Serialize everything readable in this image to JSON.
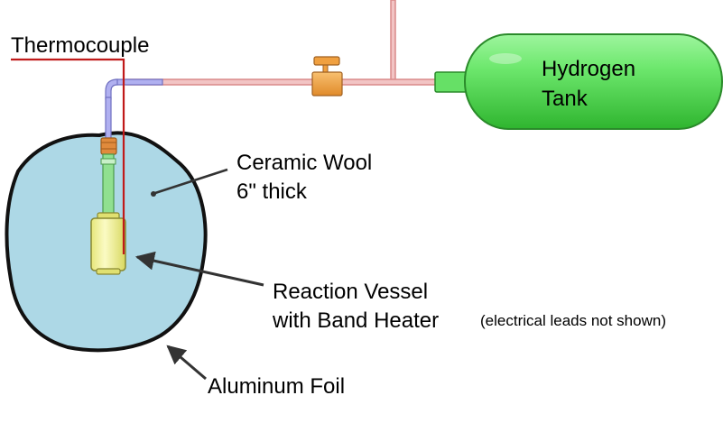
{
  "labels": {
    "thermocouple": "Thermocouple",
    "tank_line1": "Hydrogen",
    "tank_line2": "Tank",
    "wool_line1": "Ceramic Wool",
    "wool_line2": "6\" thick",
    "vessel_line1": "Reaction Vessel",
    "vessel_line2": "with Band Heater",
    "vessel_note": "(electrical leads not shown)",
    "foil": "Aluminum Foil"
  },
  "colors": {
    "wool_fill": "#add8e6",
    "foil_outline": "#111111",
    "tank_fill": "#66e066",
    "pipe_outer": "#d98a8a",
    "pipe_inner": "#f2c4c4",
    "tube_purple": "#8080d0",
    "tube_green": "#90e090",
    "fitting": "#e08a3c",
    "valve": "#f0a040",
    "vessel": "#f5f5a0",
    "thermocouple_wire": "#c01a1a",
    "arrow": "#333333"
  }
}
